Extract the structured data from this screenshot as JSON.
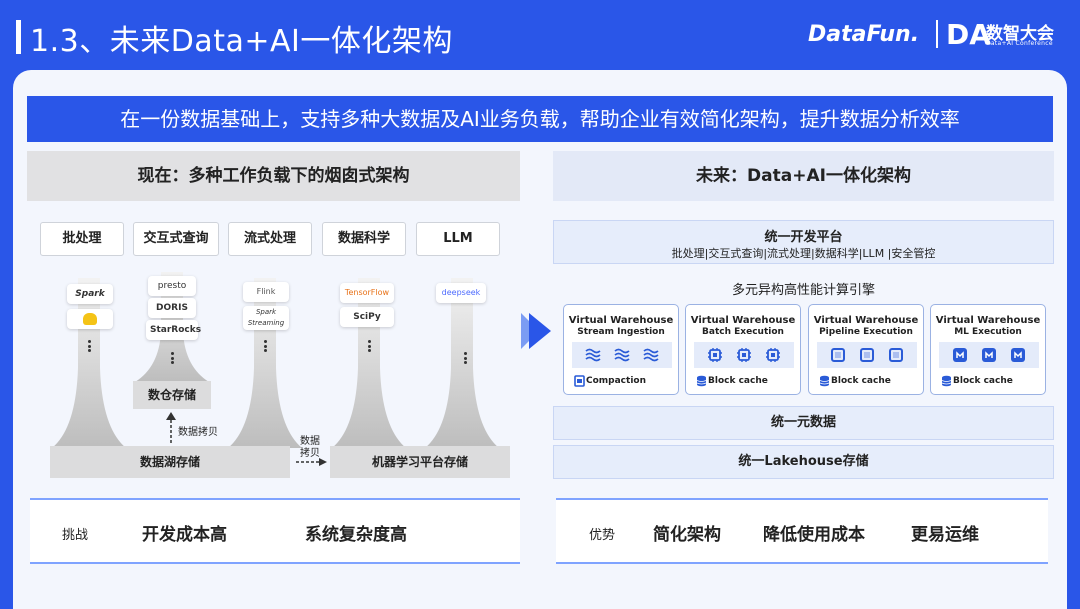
{
  "header": {
    "title": "1.3、未来Data+AI一体化架构",
    "logo_datafun": "DataFun.",
    "logo_da": "DA",
    "logo_cn": "数智大会",
    "logo_sub": "Data+AI Conference"
  },
  "banner": "在一份数据基础上，支持多种大数据及AI业务负载，帮助企业有效简化架构，提升数据分析效率",
  "left": {
    "title": "现在：多种工作负载下的烟囱式架构",
    "workloads": [
      "批处理",
      "交互式查询",
      "流式处理",
      "数据科学",
      "LLM"
    ],
    "tools": {
      "spark": "Spark",
      "presto": "presto",
      "doris": "DORIS",
      "starrocks": "StarRocks",
      "flink": "Flink",
      "spark_streaming": "Spark Streaming",
      "tensorflow": "TensorFlow",
      "scipy": "SciPy",
      "deepseek": "deepseek"
    },
    "warehouse_storage": "数仓存储",
    "copy_up": "数据拷贝",
    "copy_side": [
      "数据",
      "拷贝"
    ],
    "lake_storage": "数据湖存储",
    "ml_storage": "机器学习平台存储",
    "challenge": {
      "label": "挑战",
      "items": [
        "开发成本高",
        "系统复杂度高"
      ]
    }
  },
  "right": {
    "title": "未来：Data+AI一体化架构",
    "dev_platform": {
      "title": "统一开发平台",
      "subtitle": "批处理|交互式查询|流式处理|数据科学|LLM |安全管控"
    },
    "engine_title": "多元异构高性能计算引擎",
    "warehouses": [
      {
        "title": "Virtual Warehouse",
        "subtitle": "Stream Ingestion",
        "cache": "Compaction",
        "icon": "wave-icon"
      },
      {
        "title": "Virtual Warehouse",
        "subtitle": "Batch Execution",
        "cache": "Block cache",
        "icon": "chip-icon"
      },
      {
        "title": "Virtual Warehouse",
        "subtitle": "Pipeline Execution",
        "cache": "Block cache",
        "icon": "square-icon"
      },
      {
        "title": "Virtual Warehouse",
        "subtitle": "ML Execution",
        "cache": "Block cache",
        "icon": "network-icon"
      }
    ],
    "unified_data": "统一元数据",
    "unified_lakehouse": "统一Lakehouse存储",
    "advantage": {
      "label": "优势",
      "items": [
        "简化架构",
        "降低使用成本",
        "更易运维"
      ]
    }
  },
  "colors": {
    "brand_blue": "#2a56e8",
    "card_bg": "#f3f6fd",
    "accent_light_blue": "#7fa3ff",
    "tool_blue": "#2a5bd7"
  }
}
